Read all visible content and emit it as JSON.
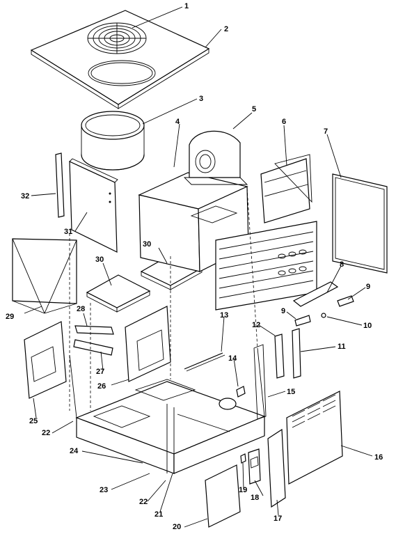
{
  "diagram": {
    "callouts": [
      {
        "id": "c1",
        "label": "1"
      },
      {
        "id": "c2",
        "label": "2"
      },
      {
        "id": "c3",
        "label": "3"
      },
      {
        "id": "c4",
        "label": "4"
      },
      {
        "id": "c5",
        "label": "5"
      },
      {
        "id": "c6",
        "label": "6"
      },
      {
        "id": "c7",
        "label": "7"
      },
      {
        "id": "c8",
        "label": "8"
      },
      {
        "id": "c9a",
        "label": "9"
      },
      {
        "id": "c9b",
        "label": "9"
      },
      {
        "id": "c10",
        "label": "10"
      },
      {
        "id": "c11",
        "label": "11"
      },
      {
        "id": "c12",
        "label": "12"
      },
      {
        "id": "c13",
        "label": "13"
      },
      {
        "id": "c14",
        "label": "14"
      },
      {
        "id": "c15",
        "label": "15"
      },
      {
        "id": "c16",
        "label": "16"
      },
      {
        "id": "c17",
        "label": "17"
      },
      {
        "id": "c18",
        "label": "18"
      },
      {
        "id": "c19",
        "label": "19"
      },
      {
        "id": "c20",
        "label": "20"
      },
      {
        "id": "c21",
        "label": "21"
      },
      {
        "id": "c22a",
        "label": "22"
      },
      {
        "id": "c22b",
        "label": "22"
      },
      {
        "id": "c23",
        "label": "23"
      },
      {
        "id": "c24",
        "label": "24"
      },
      {
        "id": "c25",
        "label": "25"
      },
      {
        "id": "c26",
        "label": "26"
      },
      {
        "id": "c27",
        "label": "27"
      },
      {
        "id": "c28",
        "label": "28"
      },
      {
        "id": "c29",
        "label": "29"
      },
      {
        "id": "c30a",
        "label": "30"
      },
      {
        "id": "c30b",
        "label": "30"
      },
      {
        "id": "c31",
        "label": "31"
      },
      {
        "id": "c32",
        "label": "32"
      }
    ]
  }
}
